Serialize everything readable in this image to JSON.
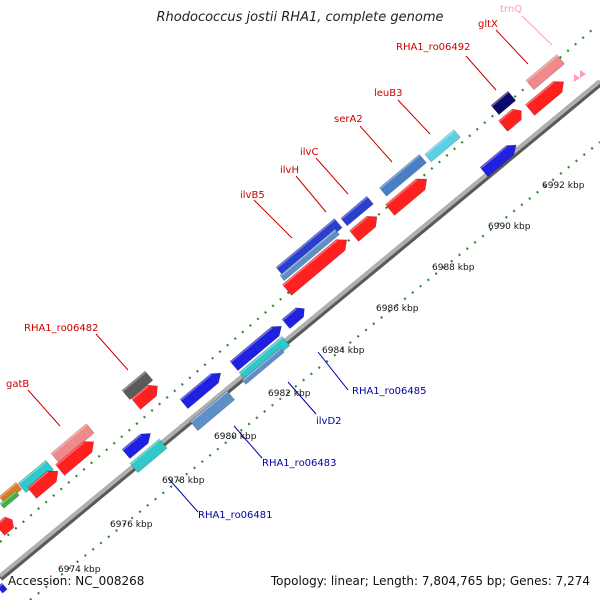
{
  "title": "Rhodococcus jostii RHA1, complete genome",
  "footer": {
    "accession": "Accession: NC_008268",
    "summary": "Topology: linear; Length: 7,804,765 bp; Genes: 7,274"
  },
  "colors": {
    "backbone": "#8c8c8c",
    "tick_dots": "#2e8b2e",
    "label_red": "#cc0000",
    "label_blue": "#0000aa",
    "label_pink": "#ff9ac0"
  },
  "ticks": [
    {
      "label": "6974 kbp"
    },
    {
      "label": "6976 kbp"
    },
    {
      "label": "6978 kbp"
    },
    {
      "label": "6980 kbp"
    },
    {
      "label": "6982 kbp"
    },
    {
      "label": "6984 kbp"
    },
    {
      "label": "6986 kbp"
    },
    {
      "label": "6988 kbp"
    },
    {
      "label": "6990 kbp"
    },
    {
      "label": "6992 kbp"
    }
  ],
  "gene_labels": [
    {
      "text": "trnQ",
      "color": "#ff9ac0"
    },
    {
      "text": "gltX",
      "color": "#cc0000"
    },
    {
      "text": "RHA1_ro06492",
      "color": "#cc0000"
    },
    {
      "text": "leuB3",
      "color": "#cc0000"
    },
    {
      "text": "serA2",
      "color": "#cc0000"
    },
    {
      "text": "ilvC",
      "color": "#cc0000"
    },
    {
      "text": "ilvH",
      "color": "#cc0000"
    },
    {
      "text": "ilvB5",
      "color": "#cc0000"
    },
    {
      "text": "RHA1_ro06482",
      "color": "#cc0000"
    },
    {
      "text": "gatB",
      "color": "#cc0000"
    },
    {
      "text": "RHA1_ro06485",
      "color": "#0000aa"
    },
    {
      "text": "ilvD2",
      "color": "#0000aa"
    },
    {
      "text": "RHA1_ro06483",
      "color": "#0000aa"
    },
    {
      "text": "RHA1_ro06481",
      "color": "#0000aa"
    }
  ]
}
